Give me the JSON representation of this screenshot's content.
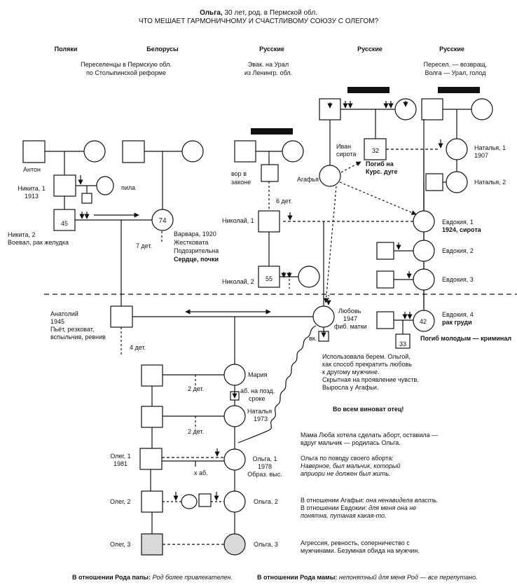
{
  "title": {
    "line1_name": "Ольга,",
    "line1_rest": " 30 лет, род. в Пермской обл.",
    "line2": "ЧТО МЕШАЕТ ГАРМОНИЧНОМУ И СЧАСТЛИВОМУ СОЮЗУ С ОЛЕГОМ?"
  },
  "groups": [
    {
      "name": "Поляки",
      "note": []
    },
    {
      "name": "Белорусы",
      "note": [
        "Переселенцы в Пермскую обл.",
        "по Столыпинской реформе"
      ]
    },
    {
      "name": "Русские",
      "note": [
        "Эвак. на Урал",
        "из Ленингр. обл."
      ]
    },
    {
      "name": "Русские",
      "note": []
    },
    {
      "name": "Русские",
      "note": [
        "Пересел. — возвращ.",
        "Волга — Урал, голод"
      ]
    }
  ],
  "persons": {
    "anton": {
      "label": [
        "Антон"
      ]
    },
    "nikita1": {
      "label": [
        "Никита, 1",
        "1913"
      ]
    },
    "pila": {
      "label": [
        "пила"
      ]
    },
    "nikita2": {
      "label": [
        "Никита, 2",
        "Воевал, рак желудка"
      ],
      "age": "45"
    },
    "varvara": {
      "label": [
        "Варвара, 1920",
        "Жестковата",
        "Подозрительна",
        "Сердце, почки"
      ],
      "age": "74"
    },
    "vor": {
      "label": [
        "вор в",
        "законе"
      ]
    },
    "nikolai1": {
      "label": [
        "Николай, 1"
      ]
    },
    "nikolai2": {
      "label": [
        "Николай, 2"
      ],
      "age": "55"
    },
    "ivan": {
      "label": [
        "Иван",
        "сирота"
      ]
    },
    "agafya": {
      "label": [
        "Агафья"
      ]
    },
    "killed": {
      "label": [
        "Погиб на",
        "Курс. дуге"
      ],
      "age": "32"
    },
    "natalya1": {
      "label": [
        "Наталья, 1",
        "1907"
      ]
    },
    "natalya2": {
      "label": [
        "Наталья, 2"
      ]
    },
    "evdokia1": {
      "label": [
        "Евдокия, 1",
        "1924, сирота"
      ]
    },
    "evdokia2": {
      "label": [
        "Евдокия, 2"
      ]
    },
    "evdokia3": {
      "label": [
        "Евдокия, 3"
      ]
    },
    "evdokia4": {
      "label": [
        "Евдокия, 4",
        "рак груди"
      ],
      "age": "42"
    },
    "son33": {
      "label": [
        "Погиб молодым — криминал"
      ],
      "age": "33"
    },
    "anatoly": {
      "label": [
        "Анатолий",
        "1945",
        "Пьёт, резковат,",
        "вспыльчив, ревнив"
      ]
    },
    "lyubov": {
      "label": [
        "Любовь",
        "1947",
        "фиб. матки"
      ]
    },
    "maria": {
      "label": [
        "Мария"
      ]
    },
    "natalya73": {
      "label": [
        "Наталья",
        "1973"
      ]
    },
    "olga1": {
      "label": [
        "Ольга, 1",
        "1978",
        "Образ. выс."
      ]
    },
    "oleg1": {
      "label": [
        "Олег, 1",
        "1981"
      ]
    },
    "olga2": {
      "label": [
        "Ольга, 2"
      ]
    },
    "oleg2": {
      "label": [
        "Олег, 2"
      ]
    },
    "olga3": {
      "label": [
        "Ольга, 3"
      ]
    },
    "oleg3": {
      "label": [
        "Олег, 3"
      ]
    }
  },
  "counts": {
    "seven": "7 дет.",
    "six": "6 дет.",
    "four": "4 дет.",
    "two_a": "2 дет.",
    "two_b": "2 дет.",
    "x_ab": "х аб.",
    "vk": "вк.",
    "late_ab": [
      "аб. на позд.",
      "сроке"
    ]
  },
  "notes": {
    "lyubov": [
      "Использовала берем. Ольгой,",
      "как способ прекратить любовь",
      "к другому мужчине.",
      "Скрытная на проявление чувств.",
      "Выросла у Агафьи."
    ],
    "father_blame": "Во всем виноват отец!",
    "abortion": [
      "Мама Люба хотела сделать аборт, оставила —",
      "вдруг мальчик — родилась Ольга."
    ],
    "olga_abortion_head": "Ольга по поводу своего аборта:",
    "olga_abortion_quote": [
      "Наверное, был мальчик, который",
      "априори не должен был жить."
    ],
    "agafya_rel_head": "В отношении Агафьи: ",
    "agafya_rel_quote": "она ненавидела власть.",
    "evdokia_rel_head": "В отношении Евдокии: ",
    "evdokia_rel_quote": [
      "для меня она не",
      "понятна, путаная какая-то."
    ],
    "aggression": [
      "Агрессия, ревность, соперничество с",
      "мужчинами. Безумная обида на мужчин."
    ]
  },
  "footer": {
    "father_head": "В отношении Рода папы: ",
    "father_text": "Род более привлекателен.",
    "mother_head": "В отношении Рода мамы: ",
    "mother_text": "непонятный для меня Род — все перепутано."
  },
  "colors": {
    "line": "#111111",
    "shade": "#d9d9d9",
    "bar": "#111111"
  }
}
